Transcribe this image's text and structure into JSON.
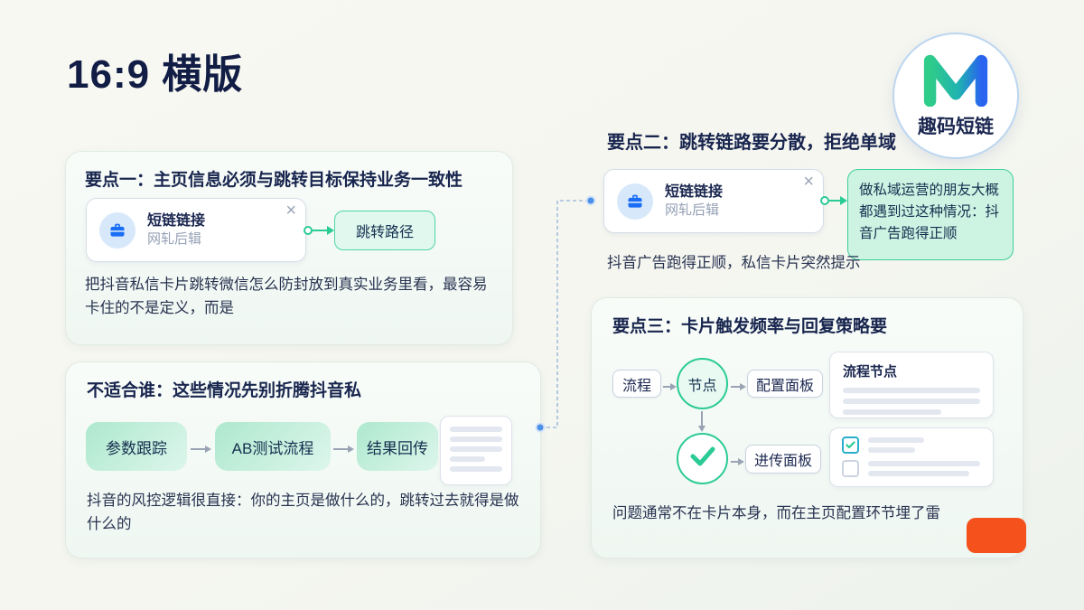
{
  "title": "16:9 横版",
  "logo": {
    "monogram": "M",
    "name": "趣码短链"
  },
  "icons": {
    "close": "×"
  },
  "point1": {
    "heading": "要点一：主页信息必须与跳转目标保持业务一致性",
    "node": {
      "title": "短链链接",
      "subtitle": "网轧后辑"
    },
    "button": "跳转路径",
    "body": "把抖音私信卡片跳转微信怎么防封放到真实业务里看，最容易卡住的不是定义，而是"
  },
  "audience": {
    "heading": "不适合谁：这些情况先别折腾抖音私",
    "steps": [
      "参数跟踪",
      "AB测试流程",
      "结果回传"
    ],
    "body": "抖音的风控逻辑很直接：你的主页是做什么的，跳转过去就得是做什么的"
  },
  "point2": {
    "heading": "要点二：跳转链路要分散，拒绝单域",
    "node": {
      "title": "短链链接",
      "subtitle": "网轧后辑"
    },
    "callout": "做私域运营的朋友大概都遇到过这种情况：抖音广告跑得正顺",
    "body": "抖音广告跑得正顺，私信卡片突然提示"
  },
  "point3": {
    "heading": "要点三：卡片触发频率与回复策略要",
    "flow": {
      "start": "流程",
      "node": "节点",
      "config_panel": "配置面板",
      "upload_panel": "进传面板",
      "side_panel_title": "流程节点"
    },
    "body": "问题通常不在卡片本身，而在主页配置环节埋了雷"
  },
  "colors": {
    "navy": "#18254e",
    "accent_green": "#2bcb95",
    "accent_blue": "#1a6ef5",
    "orange": "#f4511c",
    "mint": "#cdf3e3",
    "dashed_blue": "#a3bedd"
  }
}
